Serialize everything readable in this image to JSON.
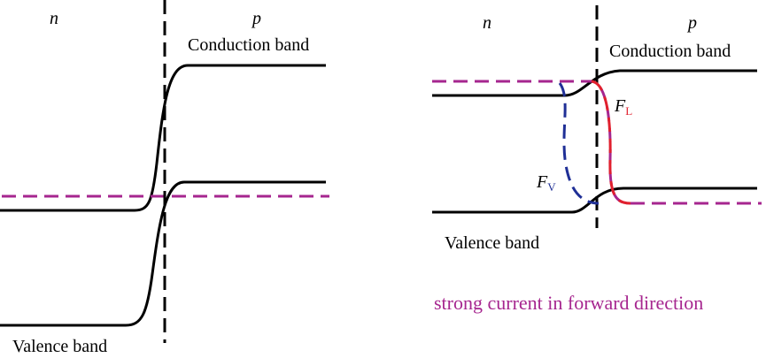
{
  "colors": {
    "band": "#000000",
    "fermi": "#a6268f",
    "fermi_electron": "#e0202e",
    "fermi_hole": "#1f2f96",
    "caption": "#a6268f"
  },
  "left_diagram": {
    "n_label": "n",
    "p_label": "p",
    "conduction_label": "Conduction band",
    "valence_label": "Valence band"
  },
  "right_diagram": {
    "n_label": "n",
    "p_label": "p",
    "conduction_label": "Conduction band",
    "valence_label": "Valence band",
    "electron_quasi_fermi": {
      "symbol": "F",
      "subscript": "L"
    },
    "hole_quasi_fermi": {
      "symbol": "F",
      "subscript": "V"
    },
    "caption": "strong current in forward direction"
  }
}
